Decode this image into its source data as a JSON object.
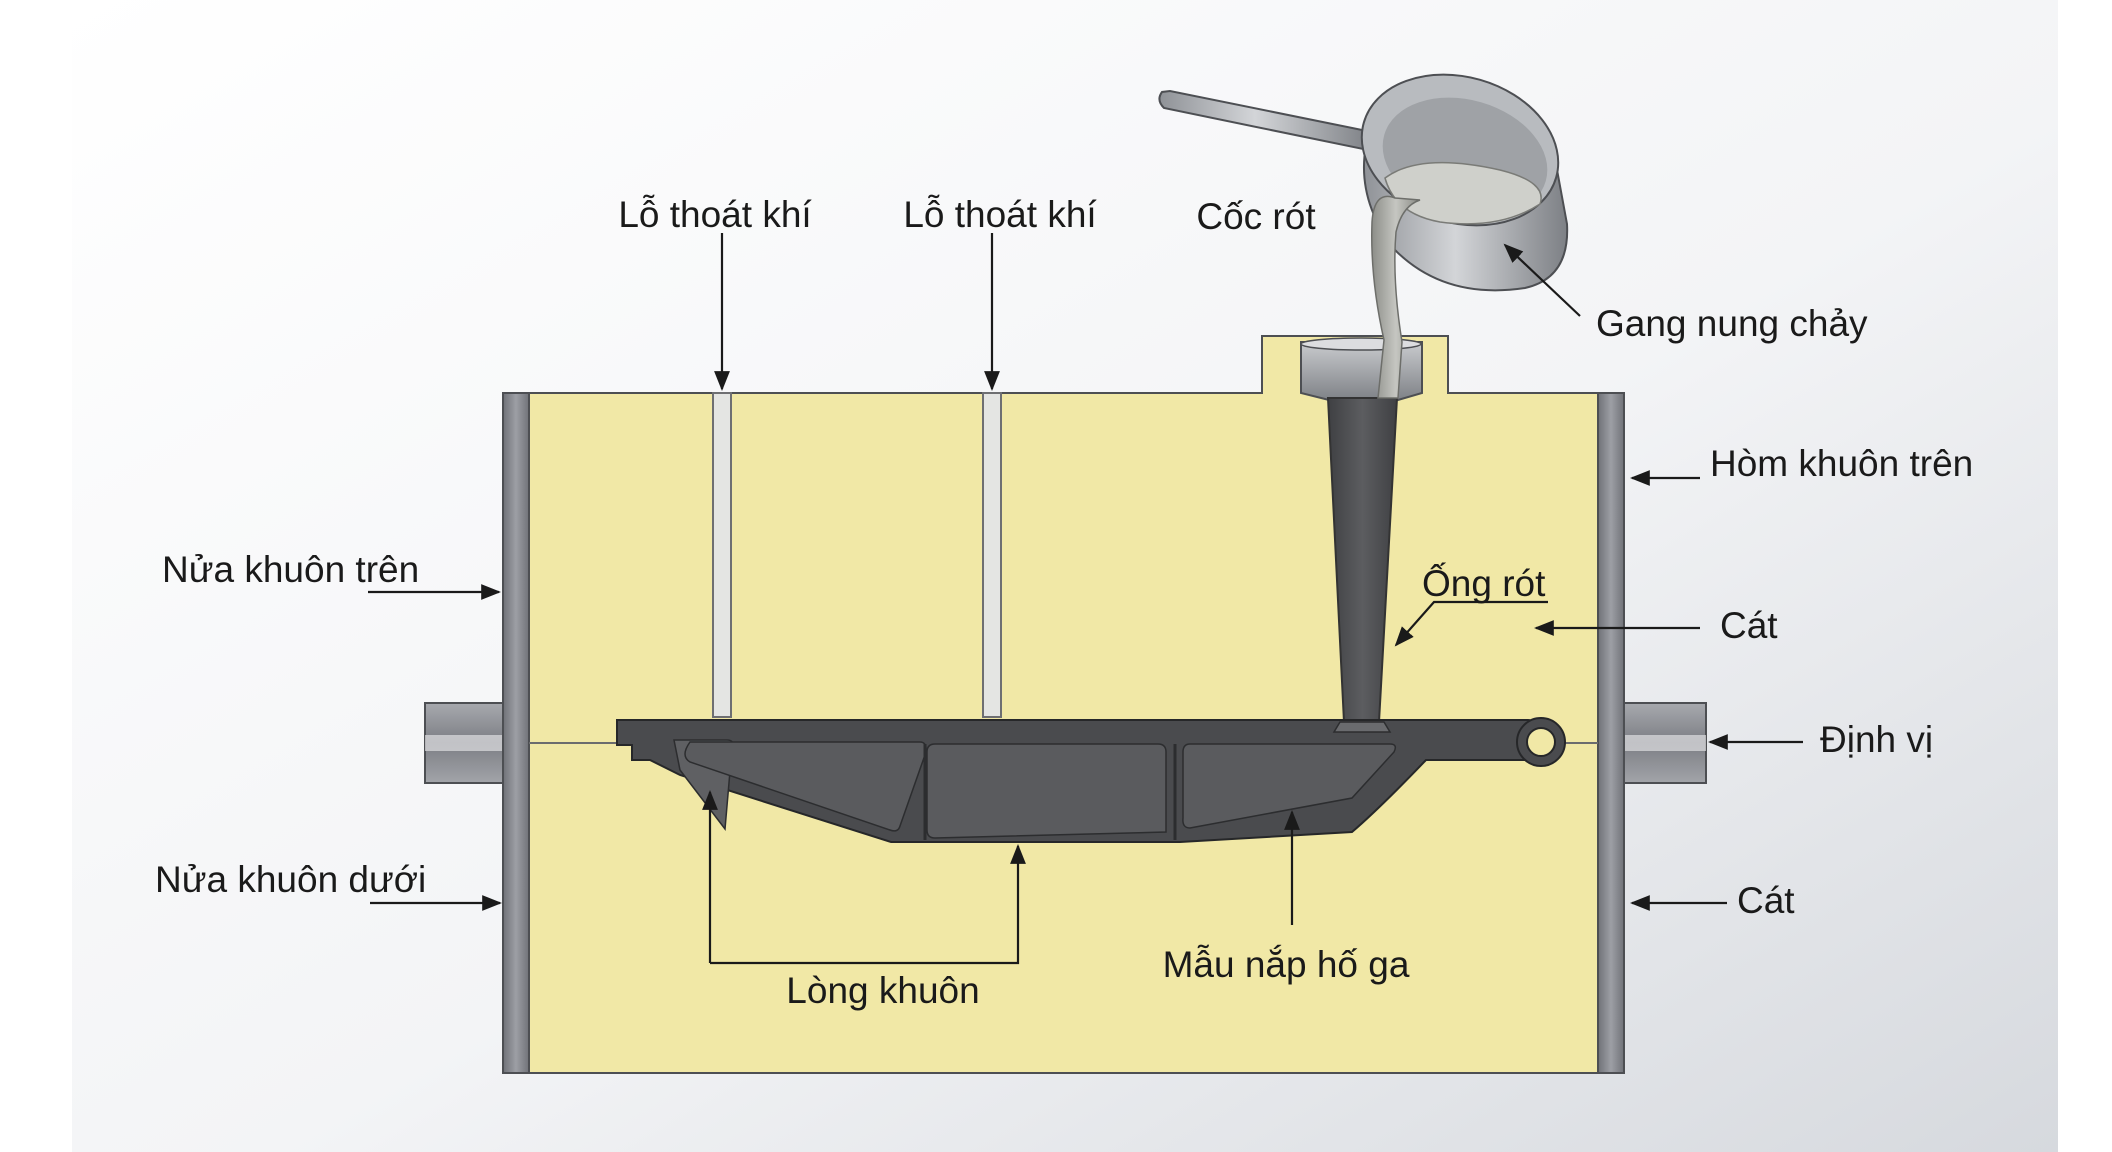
{
  "labels": {
    "vent_1": "Lỗ thoát khí",
    "vent_2": "Lỗ thoát khí",
    "pouring_cup": "Cốc rót",
    "molten_iron": "Gang nung chảy",
    "upper_flask": "Hòm khuôn trên",
    "upper_mold_half": "Nửa khuôn trên",
    "sprue": "Ống rót",
    "sand_upper": "Cát",
    "locator": "Định vị",
    "lower_mold_half": "Nửa khuôn dưới",
    "sand_lower": "Cát",
    "mold_cavity": "Lòng khuôn",
    "manhole_cover_pattern": "Mẫu nắp hố ga"
  },
  "colors": {
    "sand": "#f1e8a6",
    "flask_steel": "#8c8e94",
    "casting": "#4a4b4e",
    "molten_metal": "#a8a9a4",
    "ladle": "#b4b7bb",
    "vent_hole": "#e4e5e3",
    "label_text": "#1a1a1a"
  }
}
